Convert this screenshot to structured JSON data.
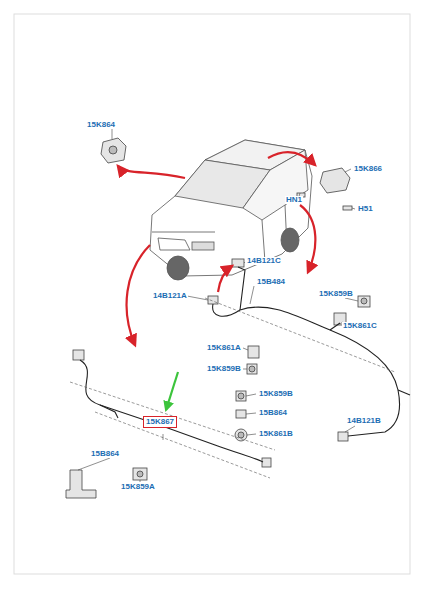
{
  "diagram": {
    "nodes": [
      {
        "text": [
          "15K867"
        ]
      }
    ],
    "labels": [
      "15K864",
      "15K866",
      "HN1",
      "H51",
      "14B121C",
      "15B484",
      "14B121A",
      "15K859B",
      "15K861C",
      "15K861A",
      "15K859B",
      "15K859B",
      "15B864",
      "15K861B",
      "14B121B",
      "15B864",
      "15K859A"
    ]
  }
}
